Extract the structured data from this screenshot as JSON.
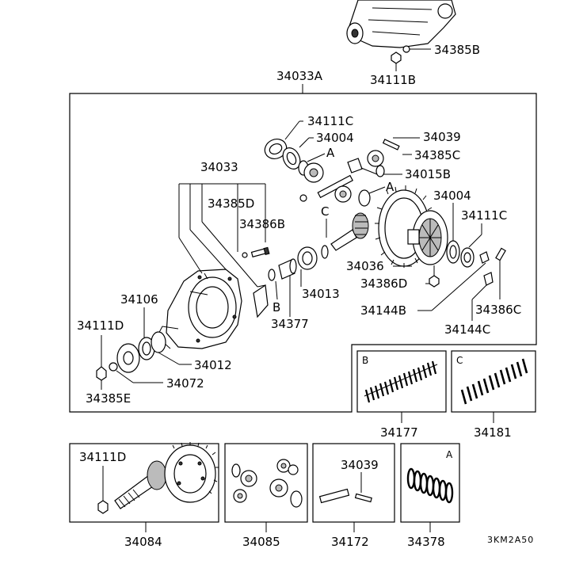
{
  "top": {
    "plug": "34385B",
    "nut": "34111B"
  },
  "main_box": {
    "title": "34033A",
    "labels": {
      "bearing_outer": "34111C",
      "bearing_inner": "34004",
      "mark_a1": "A",
      "shim": "34039",
      "washer_c": "34385C",
      "block": "34015B",
      "mark_a2": "A",
      "bearing_right": "34004",
      "bearing_right_outer": "34111C",
      "mark_c": "C",
      "housing_group": "34033",
      "plug_d": "34385D",
      "bolt_b": "34386B",
      "mark_b": "B",
      "spacer": "34377",
      "collar": "34013",
      "nut_ring": "34036",
      "bolt_d": "34386D",
      "lock_b": "34144B",
      "bolt_c": "34386C",
      "lock_c": "34144C",
      "seal": "34106",
      "nut_d": "34111D",
      "bearing_left": "34012",
      "washer": "34072",
      "washer_e": "34385E"
    }
  },
  "spring_boxes": [
    {
      "mark": "B",
      "label": "34177"
    },
    {
      "mark": "C",
      "label": "34181"
    }
  ],
  "bottom_boxes": [
    {
      "label": "34084",
      "inner_label": "34111D"
    },
    {
      "label": "34085"
    },
    {
      "label": "34172",
      "inner_label": "34039"
    },
    {
      "label": "34378",
      "mark": "A"
    }
  ],
  "diagram_code": "3KM2A50"
}
